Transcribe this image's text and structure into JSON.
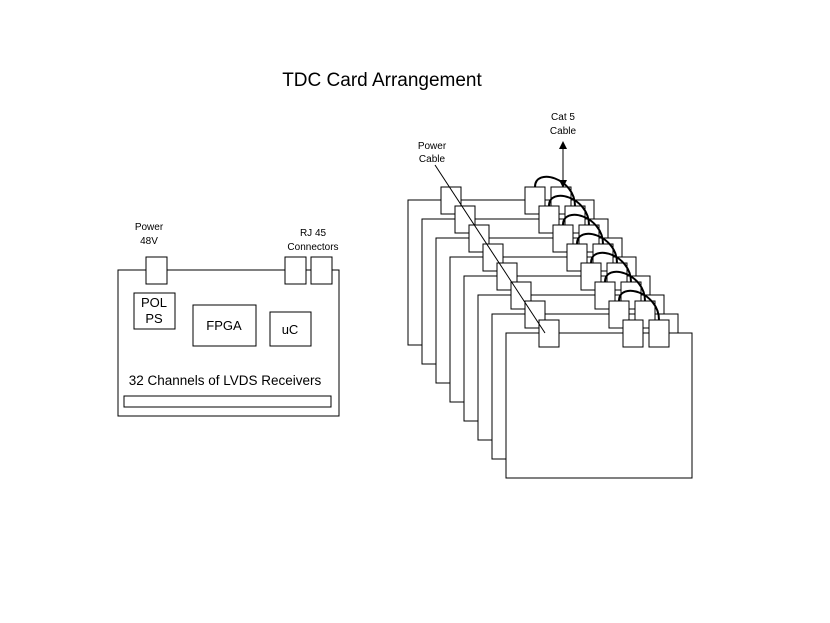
{
  "title": "TDC Card Arrangement",
  "single_card": {
    "power_label_line1": "Power",
    "power_label_line2": "48V",
    "rj45_label_line1": "RJ 45",
    "rj45_label_line2": "Connectors",
    "pol_ps_line1": "POL",
    "pol_ps_line2": "PS",
    "fpga_label": "FPGA",
    "uc_label": "uC",
    "receivers_label": "32 Channels of LVDS Receivers"
  },
  "stack": {
    "power_cable_line1": "Power",
    "power_cable_line2": "Cable",
    "cat5_line1": "Cat 5",
    "cat5_line2": "Cable"
  }
}
